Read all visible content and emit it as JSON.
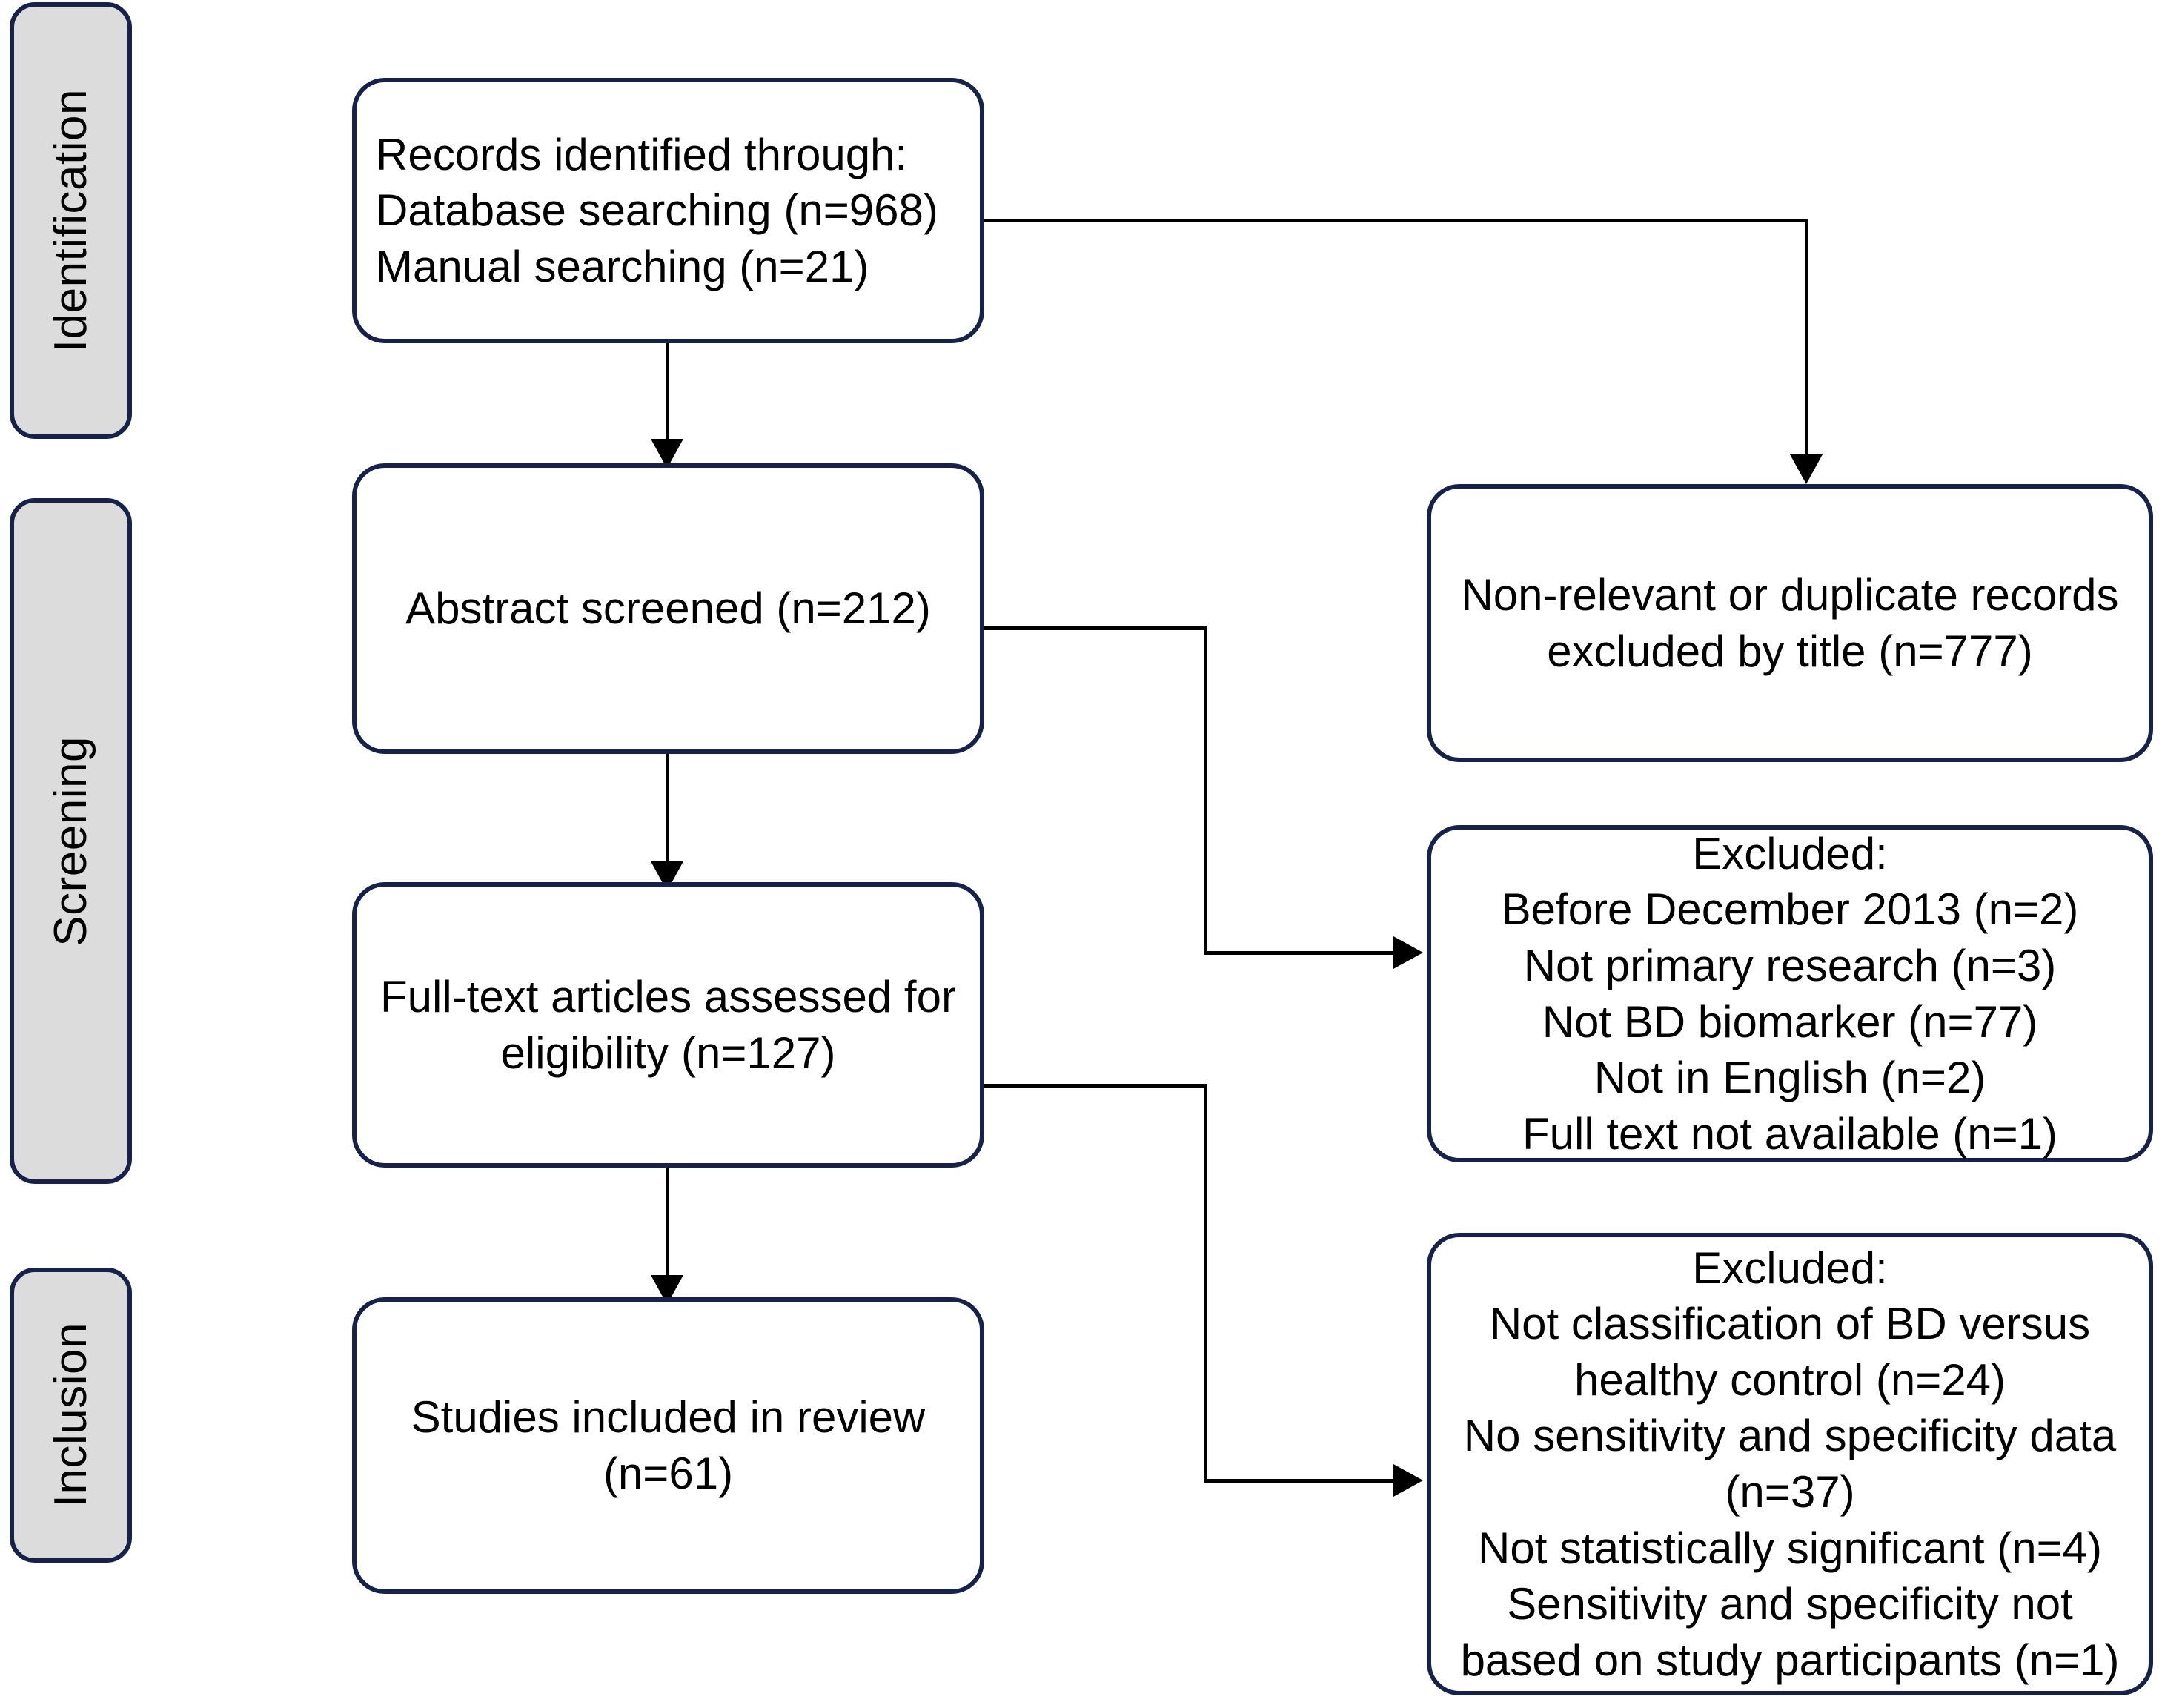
{
  "diagram": {
    "type": "prisma-flow-diagram",
    "stages": [
      {
        "id": "identification",
        "label": "Identification"
      },
      {
        "id": "screening",
        "label": "Screening"
      },
      {
        "id": "inclusion",
        "label": "Inclusion"
      }
    ],
    "boxes": {
      "records_identified": {
        "lines": [
          "Records identified through:",
          "Database searching (n=968)",
          "Manual searching (n=21)"
        ]
      },
      "abstract_screened": {
        "lines": [
          "Abstract screened (n=212)"
        ]
      },
      "full_text_assessed": {
        "lines": [
          "Full-text articles assessed for",
          "eligibility (n=127)"
        ]
      },
      "studies_included": {
        "lines": [
          "Studies included in review",
          "(n=61)"
        ]
      },
      "excluded_by_title": {
        "lines": [
          "Non-relevant or duplicate records",
          "excluded by title (n=777)"
        ]
      },
      "excluded_screening": {
        "lines": [
          "Excluded:",
          "Before December 2013 (n=2)",
          "Not primary research (n=3)",
          "Not BD biomarker (n=77)",
          "Not in English (n=2)",
          "Full text not available (n=1)"
        ]
      },
      "excluded_eligibility": {
        "lines": [
          "Excluded:",
          "Not classification of BD versus",
          "healthy control (n=24)",
          "No sensitivity and specificity data",
          "(n=37)",
          "Not statistically significant (n=4)",
          "Sensitivity and specificity not",
          "based on study participants (n=1)"
        ]
      }
    },
    "colors": {
      "border": "#16224a",
      "stage_fill": "#dcdcdc",
      "box_fill": "#ffffff",
      "connector": "#000000",
      "text": "#000000"
    }
  }
}
